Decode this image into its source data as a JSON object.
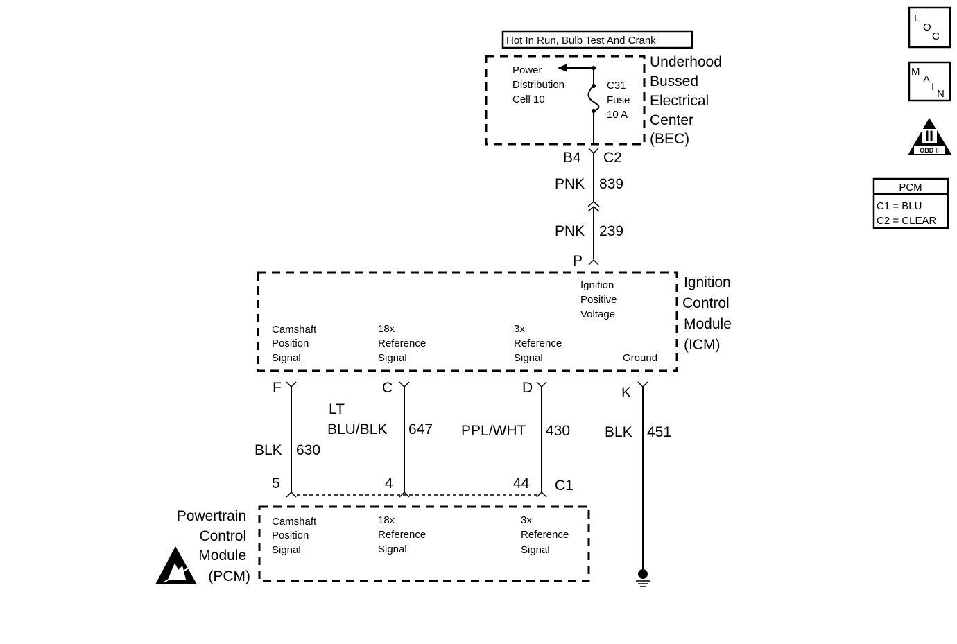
{
  "power_label": "Hot In Run, Bulb Test And Crank",
  "bec": {
    "name_lines": [
      "Underhood",
      "Bussed",
      "Electrical",
      "Center",
      "(BEC)"
    ],
    "pdc_lines": [
      "Power",
      "Distribution",
      "Cell 10"
    ],
    "fuse_lines": [
      "C31",
      "Fuse",
      "10 A"
    ],
    "connector_left": "B4",
    "connector_right": "C2"
  },
  "wires": {
    "upper": {
      "color": "PNK",
      "circuit": "839"
    },
    "lower": {
      "color": "PNK",
      "circuit": "239"
    },
    "f": {
      "color": "BLK",
      "circuit": "630"
    },
    "c": {
      "color_lines": [
        "LT",
        "BLU/BLK"
      ],
      "circuit": "647"
    },
    "d": {
      "color": "PPL/WHT",
      "circuit": "430"
    },
    "k": {
      "color": "BLK",
      "circuit": "451"
    }
  },
  "icm": {
    "name_lines": [
      "Ignition",
      "Control",
      "Module",
      "(ICM)"
    ],
    "pin_p": "P",
    "ign_lines": [
      "Ignition",
      "Positive",
      "Voltage"
    ],
    "cam_lines": [
      "Camshaft",
      "Position",
      "Signal"
    ],
    "ref18_lines": [
      "18x",
      "Reference",
      "Signal"
    ],
    "ref3_lines": [
      "3x",
      "Reference",
      "Signal"
    ],
    "ground": "Ground",
    "pins": {
      "f": "F",
      "c": "C",
      "d": "D",
      "k": "K"
    }
  },
  "pcm": {
    "name_lines": [
      "Powertrain",
      "Control",
      "Module",
      "(PCM)"
    ],
    "pins": {
      "cam": "5",
      "ref18": "4",
      "ref3": "44"
    },
    "connector": "C1",
    "cam_lines": [
      "Camshaft",
      "Position",
      "Signal"
    ],
    "ref18_lines": [
      "18x",
      "Reference",
      "Signal"
    ],
    "ref3_lines": [
      "3x",
      "Reference",
      "Signal"
    ]
  },
  "side_icons": {
    "loc": [
      "L",
      "O",
      "C"
    ],
    "main": [
      "M",
      "A",
      "I",
      "N"
    ],
    "obd": {
      "numeral": "II",
      "label": "OBD II"
    }
  },
  "pcm_legend": {
    "title": "PCM",
    "rows": [
      "C1 = BLU",
      "C2 = CLEAR"
    ]
  }
}
